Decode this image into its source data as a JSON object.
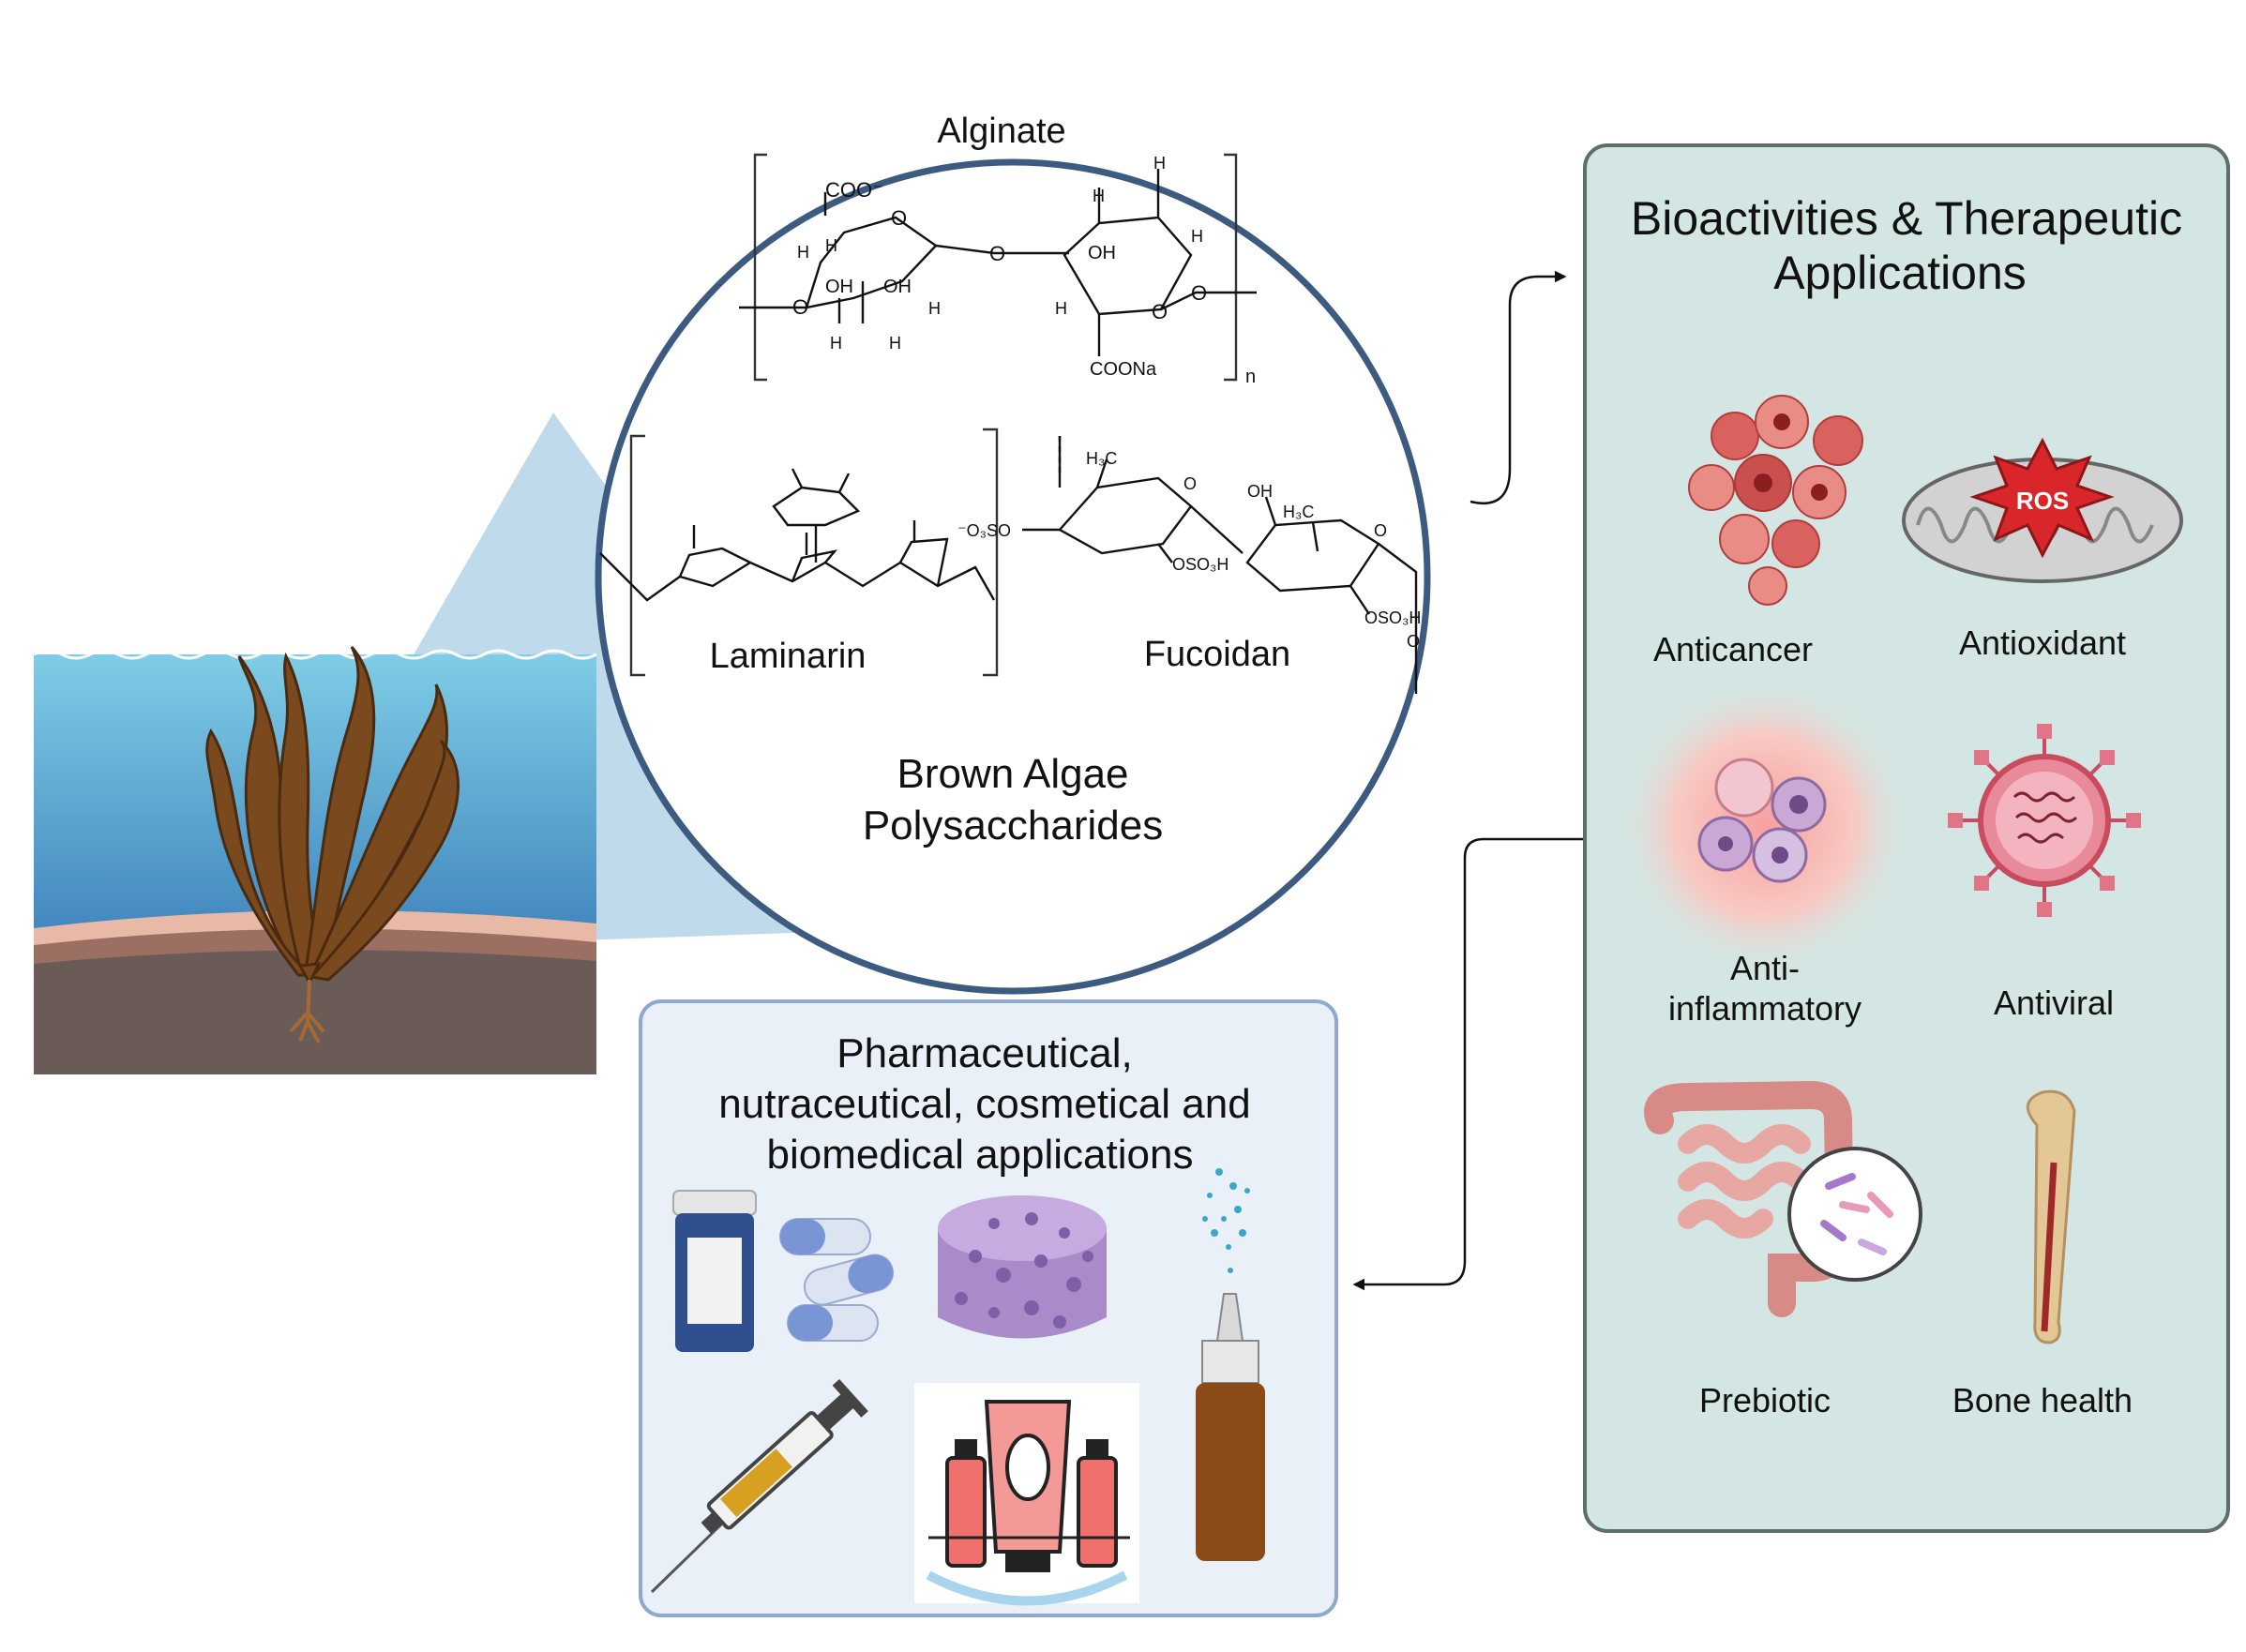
{
  "title": "",
  "polysaccharides": {
    "label_line1": "Brown Algae",
    "label_line2": "Polysaccharides",
    "alginate": {
      "name": "Alginate",
      "atoms": {
        "coo_minus": "COO⁻",
        "coona": "COONa",
        "oh": "OH",
        "h": "H",
        "o": "O",
        "n": "n"
      }
    },
    "laminarin": {
      "name": "Laminarin"
    },
    "fucoidan": {
      "name": "Fucoidan",
      "atoms": {
        "h3c": "H₃C",
        "oso3h": "OSO₃H",
        "o3so": "⁻O₃SO",
        "oh": "OH",
        "o": "O"
      }
    }
  },
  "bioactivities": {
    "title_line1": "Bioactivities & Therapeutic",
    "title_line2": "Applications",
    "items": [
      {
        "label": "Anticancer",
        "icon": "cancer-cells-icon"
      },
      {
        "label": "Antioxidant",
        "icon": "mitochondria-ros-icon",
        "badge": "ROS"
      },
      {
        "label_line1": "Anti-",
        "label_line2": "inflammatory",
        "icon": "immune-cells-icon"
      },
      {
        "label": "Antiviral",
        "icon": "virus-icon"
      },
      {
        "label": "Prebiotic",
        "icon": "intestine-microbiota-icon"
      },
      {
        "label": "Bone health",
        "icon": "bone-icon"
      }
    ]
  },
  "applications": {
    "title_line1": "Pharmaceutical,",
    "title_line2": "nutraceutical, cosmetical and",
    "title_line3": "biomedical applications",
    "icons": [
      "pill-bottle-icon",
      "capsules-icon",
      "scaffold-icon",
      "nasal-spray-icon",
      "syringe-icon",
      "cosmetics-icon"
    ]
  },
  "colors": {
    "water": "#6cc1dc",
    "water_deep": "#4a93c4",
    "sediment": "#6b5b57",
    "seaweed": "#7a4a1e",
    "circle_border": "#3d5a80",
    "bio_panel": "#d4e6e3",
    "bio_border": "#5e6e6c",
    "app_panel": "#e9f0f8",
    "app_border": "#8fa8d0",
    "zoom_cone": "#a9cfe4"
  }
}
